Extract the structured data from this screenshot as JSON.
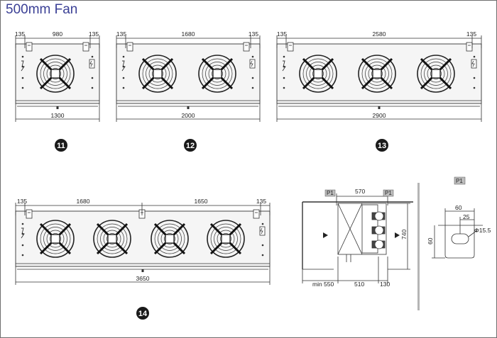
{
  "title": "500mm Fan",
  "units": [
    {
      "model": "11",
      "dims": {
        "left": "135",
        "center": "980",
        "right": "135",
        "total": "1300"
      }
    },
    {
      "model": "12",
      "dims": {
        "left": "135",
        "center": "1680",
        "right": "135",
        "total": "2000"
      }
    },
    {
      "model": "13",
      "dims": {
        "left": "135",
        "center": "2580",
        "right": "135",
        "total": "2900"
      }
    },
    {
      "model": "14",
      "dims": {
        "left": "135",
        "center_a": "1680",
        "center_b": "1650",
        "right": "135",
        "total": "3650"
      }
    }
  ],
  "side_view": {
    "p1_left": "P1",
    "p1_right": "P1",
    "top": "570",
    "height": "740",
    "bottom_min": "min 550",
    "bottom_mid": "510",
    "bottom_right": "130"
  },
  "detail": {
    "label": "P1",
    "width": "60",
    "offset": "25",
    "height": "60",
    "hole": "Φ15.5"
  },
  "colors": {
    "title": "#3a3f95",
    "badge": "#1a1a1a",
    "line": "#333333"
  }
}
